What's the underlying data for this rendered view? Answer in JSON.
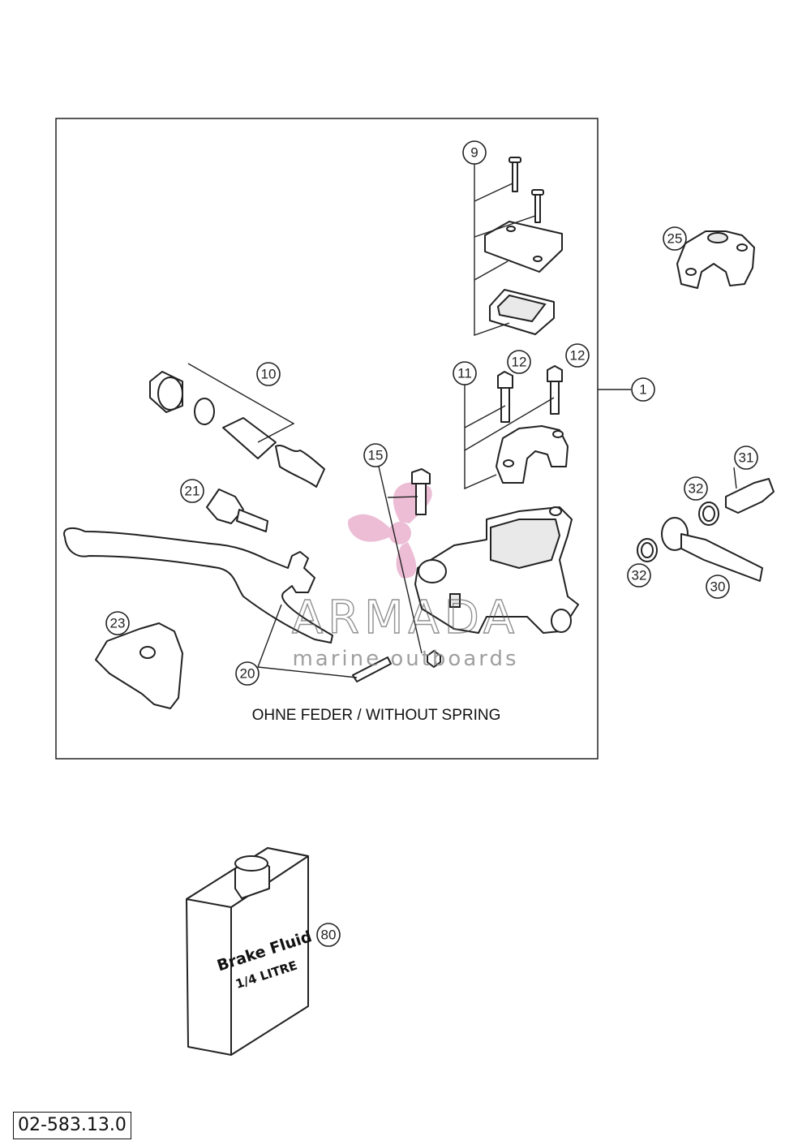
{
  "callouts": {
    "c1": "1",
    "c9": "9",
    "c10": "10",
    "c11": "11",
    "c12a": "12",
    "c12b": "12",
    "c15": "15",
    "c20": "20",
    "c21": "21",
    "c23": "23",
    "c25": "25",
    "c30": "30",
    "c31": "31",
    "c32a": "32",
    "c32b": "32",
    "c80": "80"
  },
  "note": "OHNE FEDER / WITHOUT SPRING",
  "watermark": {
    "title": "ARMADA",
    "subtitle": "marine outboards",
    "color": "#e6a8c8"
  },
  "can": {
    "line1": "Brake Fluid",
    "line2": "1/4 LITRE"
  },
  "reference": "02-583.13.0"
}
